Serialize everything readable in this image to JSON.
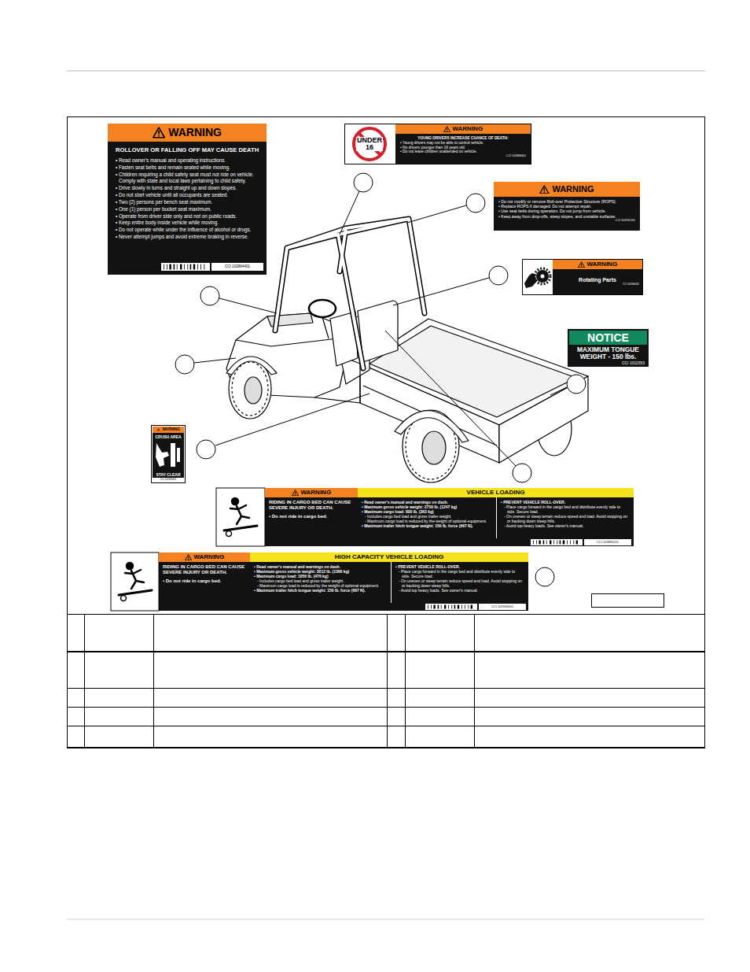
{
  "diagram": {
    "nodes": [
      {
        "text": [
          "WARNING",
          "ROLLOVER OR FALLING OFF MAY CAUSE DEATH",
          "• Read owner's manual and operating instructions.",
          "• Fasten seat belts and remain seated while moving.",
          "• Children requiring a child safety seat must not ride on vehicle. Comply with state and local laws pertaining to child safety.",
          "• Drive slowly in turns and straight up and down slopes.",
          "• Do not start vehicle until all occupants are seated.",
          "• Two (2) persons per bench seat maximum.",
          "• One (1) person per bucket seat maximum.",
          "• Operate from driver side only and not on public roads.",
          "• Keep entire body inside vehicle while moving.",
          "• Do not operate while under the influence of alcohol or drugs.",
          "• Never attempt jumps and avoid extreme braking in reverse.",
          "CCI 102864401"
        ]
      },
      {
        "text": [
          "UNDER 16",
          "WARNING",
          "YOUNG DRIVERS INCREASE CHANCE OF DEATH:",
          "• Young drivers may not be able to control vehicle.",
          "• No drivers younger than 16 years old.",
          "• Do not leave children unattended on vehicle.",
          "CCI 102868401"
        ]
      },
      {
        "text": [
          "WARNING",
          "• Do not modify or remove Roll-over Protective Structure (ROPS).",
          "• Replace ROPS if damaged. Do not attempt repair.",
          "• Use seat belts during operation. Do not jump from vehicle.",
          "• Keep away from drop-offs, steep slopes, and unstable surfaces.",
          "CCI 102931201"
        ]
      },
      {
        "text": [
          "WARNING",
          "Rotating Parts",
          "CCI 102986401"
        ]
      },
      {
        "text": [
          "NOTICE",
          "MAXIMUM TONGUE WEIGHT - 150 lbs.",
          "CCI 1011553"
        ]
      },
      {
        "text": [
          "WARNING",
          "CRUSH AREA",
          "STAY CLEAR",
          "CCI 101828401"
        ]
      },
      {
        "text": [
          "WARNING",
          "RIDING IN CARGO BED CAN CAUSE SEVERE INJURY OR DEATH.",
          "• Do not ride in cargo bed.",
          "VEHICLE LOADING",
          "• Read owner's manual and warnings on dash.",
          "• Maximum gross vehicle weight: 2750 lb. (1247 kg)",
          "• Maximum cargo load: 800 lb. (363 kg)",
          "- Includes cargo bed load and gross trailer weight.",
          "- Maximum cargo load is reduced by the weight of optional equipment.",
          "• Maximum trailer hitch tongue weight: 150 lb. force (667 N).",
          "• PREVENT VEHICLE ROLL-OVER.",
          "- Place cargo forward in the cargo bed and distribute evenly side to side. Secure load.",
          "- On uneven or steep terrain reduce speed and load. Avoid stopping on or backing down steep hills.",
          "- Avoid top-heavy loads. See owner's manual.",
          "CCI 102895201"
        ]
      },
      {
        "text": [
          "WARNING",
          "RIDING IN CARGO BED CAN CAUSE SEVERE INJURY OR DEATH.",
          "• Do not ride in cargo bed.",
          "HIGH CAPACITY VEHICLE LOADING",
          "• Read owner's manual and warnings on dash.",
          "• Maximum gross vehicle weight: 3012 lb. (1366 kg)",
          "• Maximum cargo load: 1050 lb. (476 kg)",
          "- Includes cargo bed load and gross trailer weight.",
          "- Maximum cargo load is reduced by the weight of optional equipment.",
          "• Maximum trailer hitch tongue weight: 150 lb. force (667 N).",
          "• PREVENT VEHICLE ROLL-OVER.",
          "- Place cargo forward in the cargo bed and distribute evenly side to side. Secure load.",
          "- On uneven or steep terrain reduce speed and load. Avoid stopping on or backing down steep hills.",
          "- Avoid top heavy loads. See owner's manual.",
          "CCI 102943401"
        ]
      }
    ]
  }
}
